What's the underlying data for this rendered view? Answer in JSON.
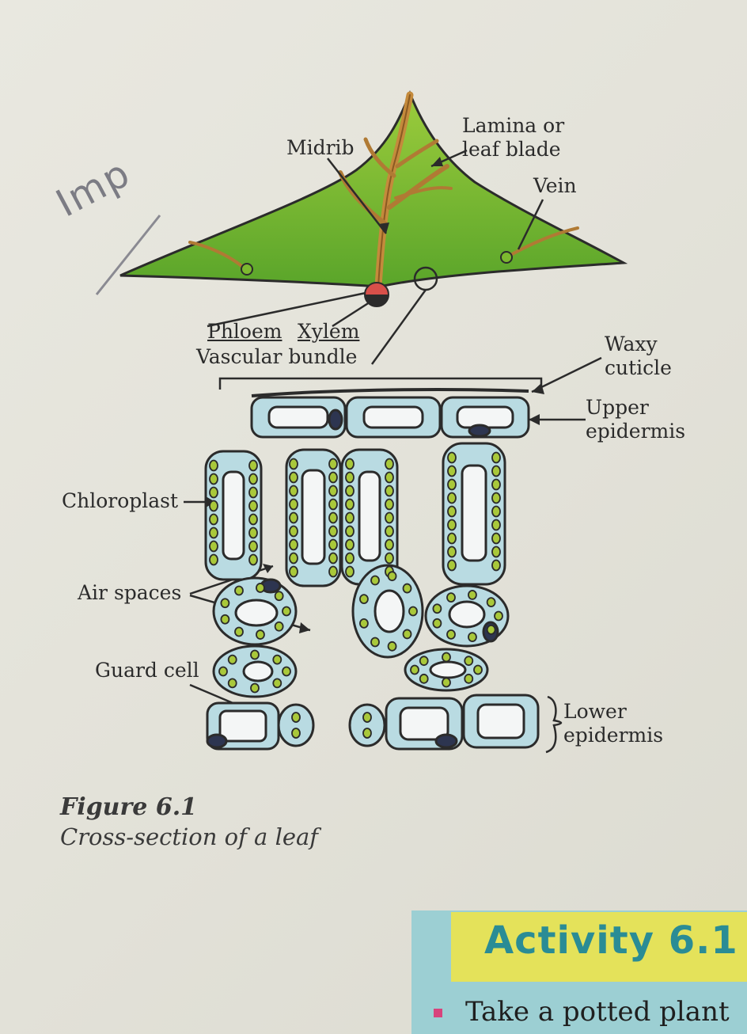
{
  "labels": {
    "midrib": "Midrib",
    "lamina": "Lamina or leaf blade",
    "vein": "Vein",
    "phloem": "Phloem",
    "xylem": "Xylem",
    "vascular_bundle": "Vascular bundle",
    "waxy_cuticle": "Waxy cuticle",
    "upper_epidermis": "Upper epidermis",
    "chloroplast": "Chloroplast",
    "air_spaces": "Air spaces",
    "guard_cell": "Guard cell",
    "lower_epidermis": "Lower epidermis"
  },
  "handwritten_note": "Imp",
  "figure": {
    "number": "Figure 6.1",
    "caption": "Cross-section of a leaf"
  },
  "activity": {
    "title": "Activity 6.1",
    "first_line": "Take a potted plant"
  },
  "colors": {
    "leaf_green": "#7cb92f",
    "cell_fill": "#b9dbe2",
    "chloroplast": "#a9c83a",
    "nucleus": "#2d3550",
    "activity_teal": "#9ccfd3",
    "activity_yellow": "#e4e25a"
  }
}
